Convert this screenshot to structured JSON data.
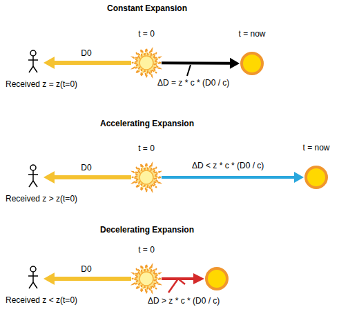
{
  "diagram": {
    "nodes": [
      {
        "text": [
          "Received z = z(t=0)"
        ]
      },
      {
        "text": [
          "t = 0"
        ]
      },
      {
        "text": [
          "t = now"
        ]
      },
      {
        "text": [
          "Received z > z(t=0)"
        ]
      },
      {
        "text": [
          "t = 0"
        ]
      },
      {
        "text": [
          "t = now"
        ]
      },
      {
        "text": [
          "Received z < z(t=0)"
        ]
      },
      {
        "text": [
          "t = 0"
        ]
      }
    ],
    "edges": [
      {
        "from": 1,
        "to": 0,
        "label": "D0",
        "arrow": "to"
      },
      {
        "from": 1,
        "to": 2,
        "label": "ΔD = z * c * (D0 / c)",
        "arrow": "to"
      },
      {
        "from": 4,
        "to": 3,
        "label": "D0",
        "arrow": "to"
      },
      {
        "from": 4,
        "to": 5,
        "label": "ΔD < z * c * (D0 / c)",
        "arrow": "to"
      },
      {
        "from": 7,
        "to": 6,
        "label": "D0",
        "arrow": "to"
      }
    ],
    "labels": [
      "Constant Expansion",
      "Accelerating Expansion",
      "Decelerating Expansion",
      "ΔD > z * c * (D0 / c)"
    ]
  }
}
